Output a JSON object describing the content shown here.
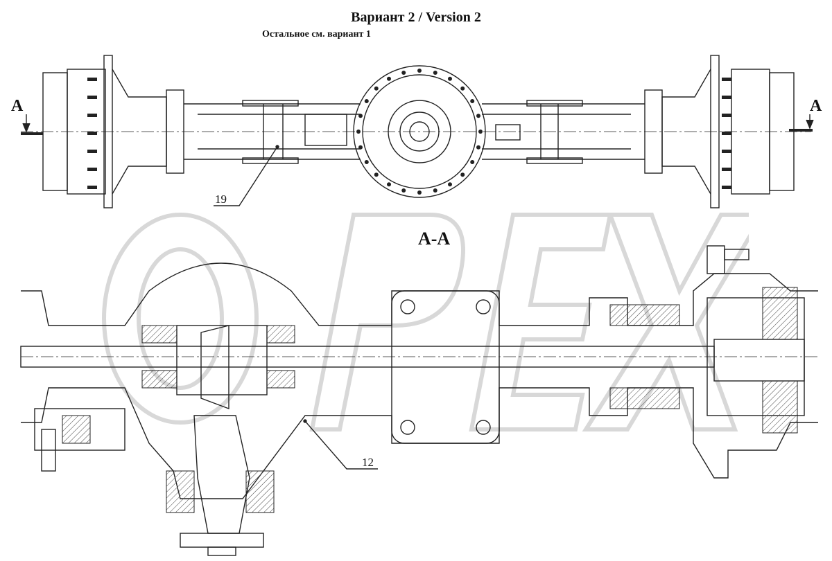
{
  "header": {
    "title": "Вариант 2 / Version 2",
    "subtitle": "Остальное см. вариант 1"
  },
  "labels": {
    "section_marker_left": "A",
    "section_marker_right": "A",
    "section_title": "A-A",
    "callout_top": "19",
    "callout_bottom": "12"
  },
  "watermark": {
    "text": "OPEX"
  },
  "colors": {
    "line": "#222222",
    "hatch": "#555555",
    "watermark": "#d6d6d6"
  }
}
